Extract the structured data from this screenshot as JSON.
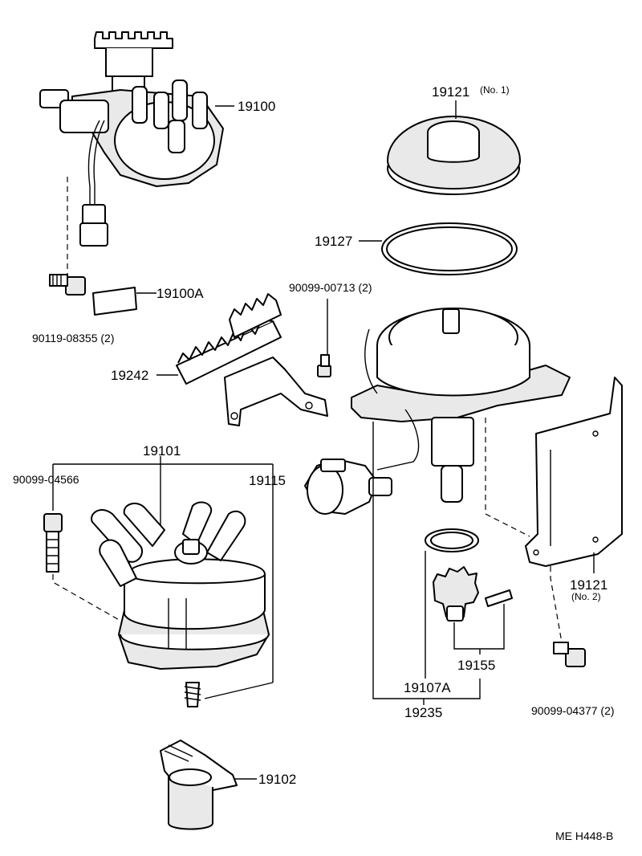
{
  "labels": {
    "p19100": "19100",
    "p19100A": "19100A",
    "p90119_08355": "90119-08355 (2)",
    "p19242": "19242",
    "p90099_00713": "90099-00713 (2)",
    "p19121_no1_num": "19121",
    "p19121_no1_sub": "(No. 1)",
    "p19127": "19127",
    "p19101": "19101",
    "p90099_04566": "90099-04566",
    "p19115": "19115",
    "p19121_no2_num": "19121",
    "p19121_no2_sub": "(No. 2)",
    "p19155": "19155",
    "p19107A": "19107A",
    "p19235": "19235",
    "p90099_04377": "90099-04377 (2)",
    "p19102": "19102",
    "footer": "ME  H448-B"
  }
}
